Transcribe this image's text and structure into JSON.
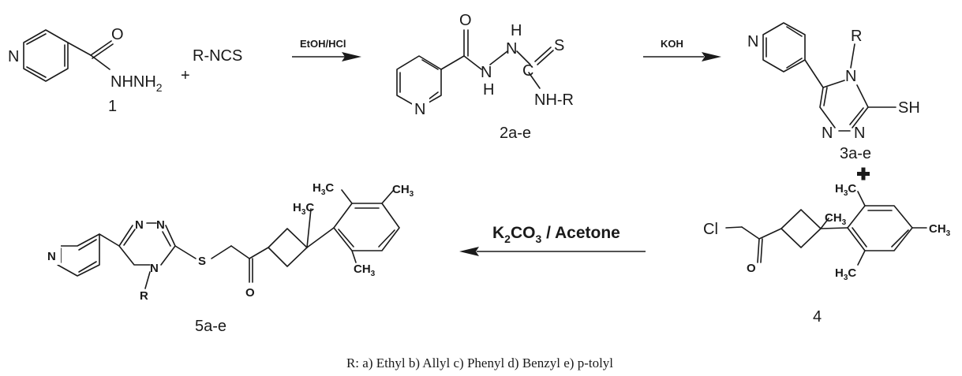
{
  "atoms": {
    "N": "N",
    "O": "O",
    "S": "S",
    "H": "H",
    "C": "C",
    "R": "R",
    "Cl": "Cl",
    "SH": "SH",
    "NH_R": "NH-R",
    "CH3_main": "CH",
    "H3C_main": "H",
    "C_main": "C",
    "three": "3",
    "two": "2",
    "NHNH_main": "NHNH",
    "R_NCS": "R-NCS"
  },
  "compounds": {
    "c1": "1",
    "c2": "2a-e",
    "c3": "3a-e",
    "c4": "4",
    "c5": "5a-e"
  },
  "reagents": {
    "step1": "EtOH/HCl",
    "step2": "KOH",
    "step3_k": "K",
    "step3_2": "2",
    "step3_co": "CO",
    "step3_3": "3",
    "step3_rest": " / Acetone"
  },
  "plus_signs": {
    "p1": "+",
    "p2": "+"
  },
  "footnote": "R: a) Ethyl b) Allyl c) Phenyl d) Benzyl e) p-tolyl"
}
